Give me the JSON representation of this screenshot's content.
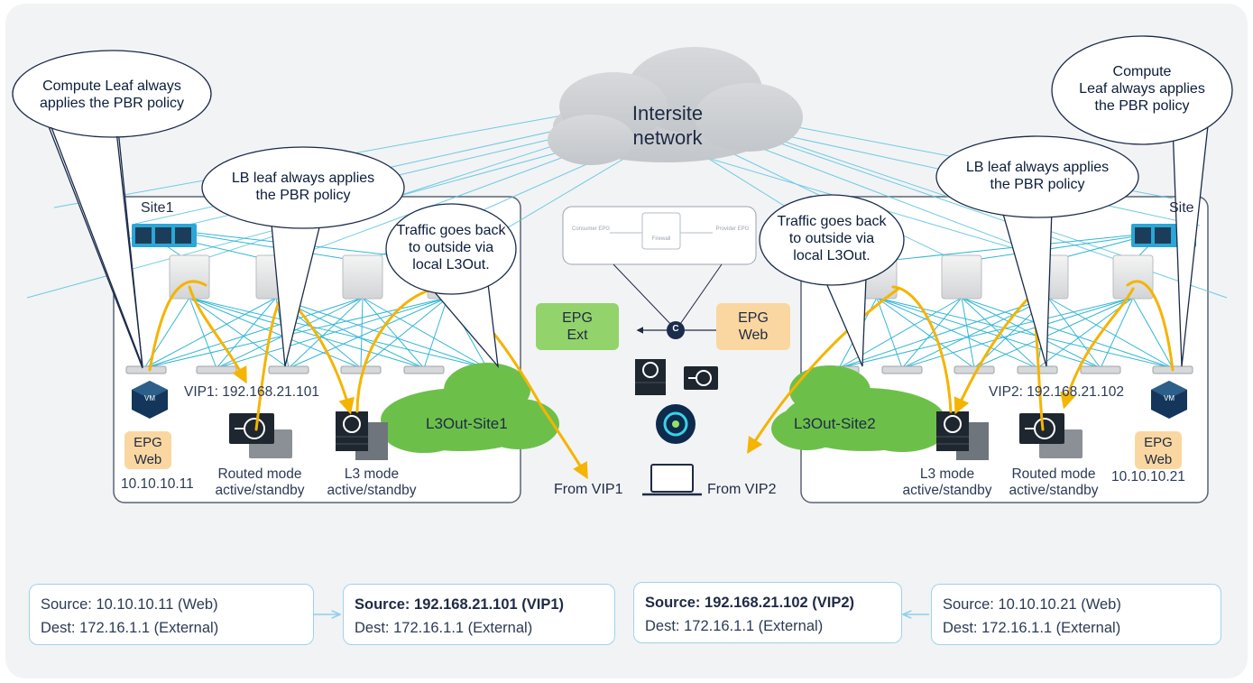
{
  "cloud_label_line1": "Intersite",
  "cloud_label_line2": "network",
  "site1": {
    "title": "Site1"
  },
  "site2": {
    "title": "Site"
  },
  "callouts": {
    "compute_left": {
      "l1": "Compute Leaf always",
      "l2": "applies the PBR policy"
    },
    "compute_right": {
      "l1": "Compute",
      "l2": "Leaf always applies",
      "l3": "the PBR policy"
    },
    "lb_left": {
      "l1": "LB leaf always applies",
      "l2": "the PBR policy"
    },
    "lb_right": {
      "l1": "LB leaf always applies",
      "l2": "the PBR policy"
    },
    "traffic_left": {
      "l1": "Traffic goes back",
      "l2": "to outside via",
      "l3": "local L3Out."
    },
    "traffic_right": {
      "l1": "Traffic goes back",
      "l2": "to outside via",
      "l3": "local L3Out."
    }
  },
  "contract": {
    "consumer": "Consumer EPG",
    "firewall": "Firewall",
    "provider": "Provider EPG",
    "c_badge": "C"
  },
  "epg_ext": {
    "l1": "EPG",
    "l2": "Ext"
  },
  "epg_web_center": {
    "l1": "EPG",
    "l2": "Web"
  },
  "left": {
    "vip": "VIP1: 192.168.21.101",
    "l3out": "L3Out-Site1",
    "epg_web": {
      "l1": "EPG",
      "l2": "Web"
    },
    "ip": "10.10.10.11",
    "lb_label": {
      "l1": "Routed mode",
      "l2": "active/standby"
    },
    "fw_label": {
      "l1": "L3 mode",
      "l2": "active/standby"
    },
    "vm": "VM"
  },
  "right": {
    "vip": "VIP2: 192.168.21.102",
    "l3out": "L3Out-Site2",
    "epg_web": {
      "l1": "EPG",
      "l2": "Web"
    },
    "ip": "10.10.10.21",
    "lb_label": {
      "l1": "Routed mode",
      "l2": "active/standby"
    },
    "fw_label": {
      "l1": "L3 mode",
      "l2": "active/standby"
    },
    "vm": "VM"
  },
  "client": {
    "from_vip1": "From VIP1",
    "from_vip2": "From VIP2"
  },
  "flow": [
    {
      "src": "Source: 10.10.10.11 (Web)",
      "dst": "Dest: 172.16.1.1 (External)"
    },
    {
      "src": "Source: 192.168.21.101 (VIP1)",
      "dst": "Dest: 172.16.1.1 (External)"
    },
    {
      "src": "Source: 192.168.21.102 (VIP2)",
      "dst": "Dest: 172.16.1.1 (External)"
    },
    {
      "src": "Source: 10.10.10.21 (Web)",
      "dst": "Dest: 172.16.1.1 (External)"
    }
  ],
  "colors": {
    "background": "#f2f3f5",
    "mesh": "#33b7d6",
    "arrow": "#f5b400",
    "l3out": "#6cc04a",
    "epg_web": "#fad7a0",
    "epg_ext": "#93d36b",
    "bubble_border": "#1a2a4a"
  }
}
